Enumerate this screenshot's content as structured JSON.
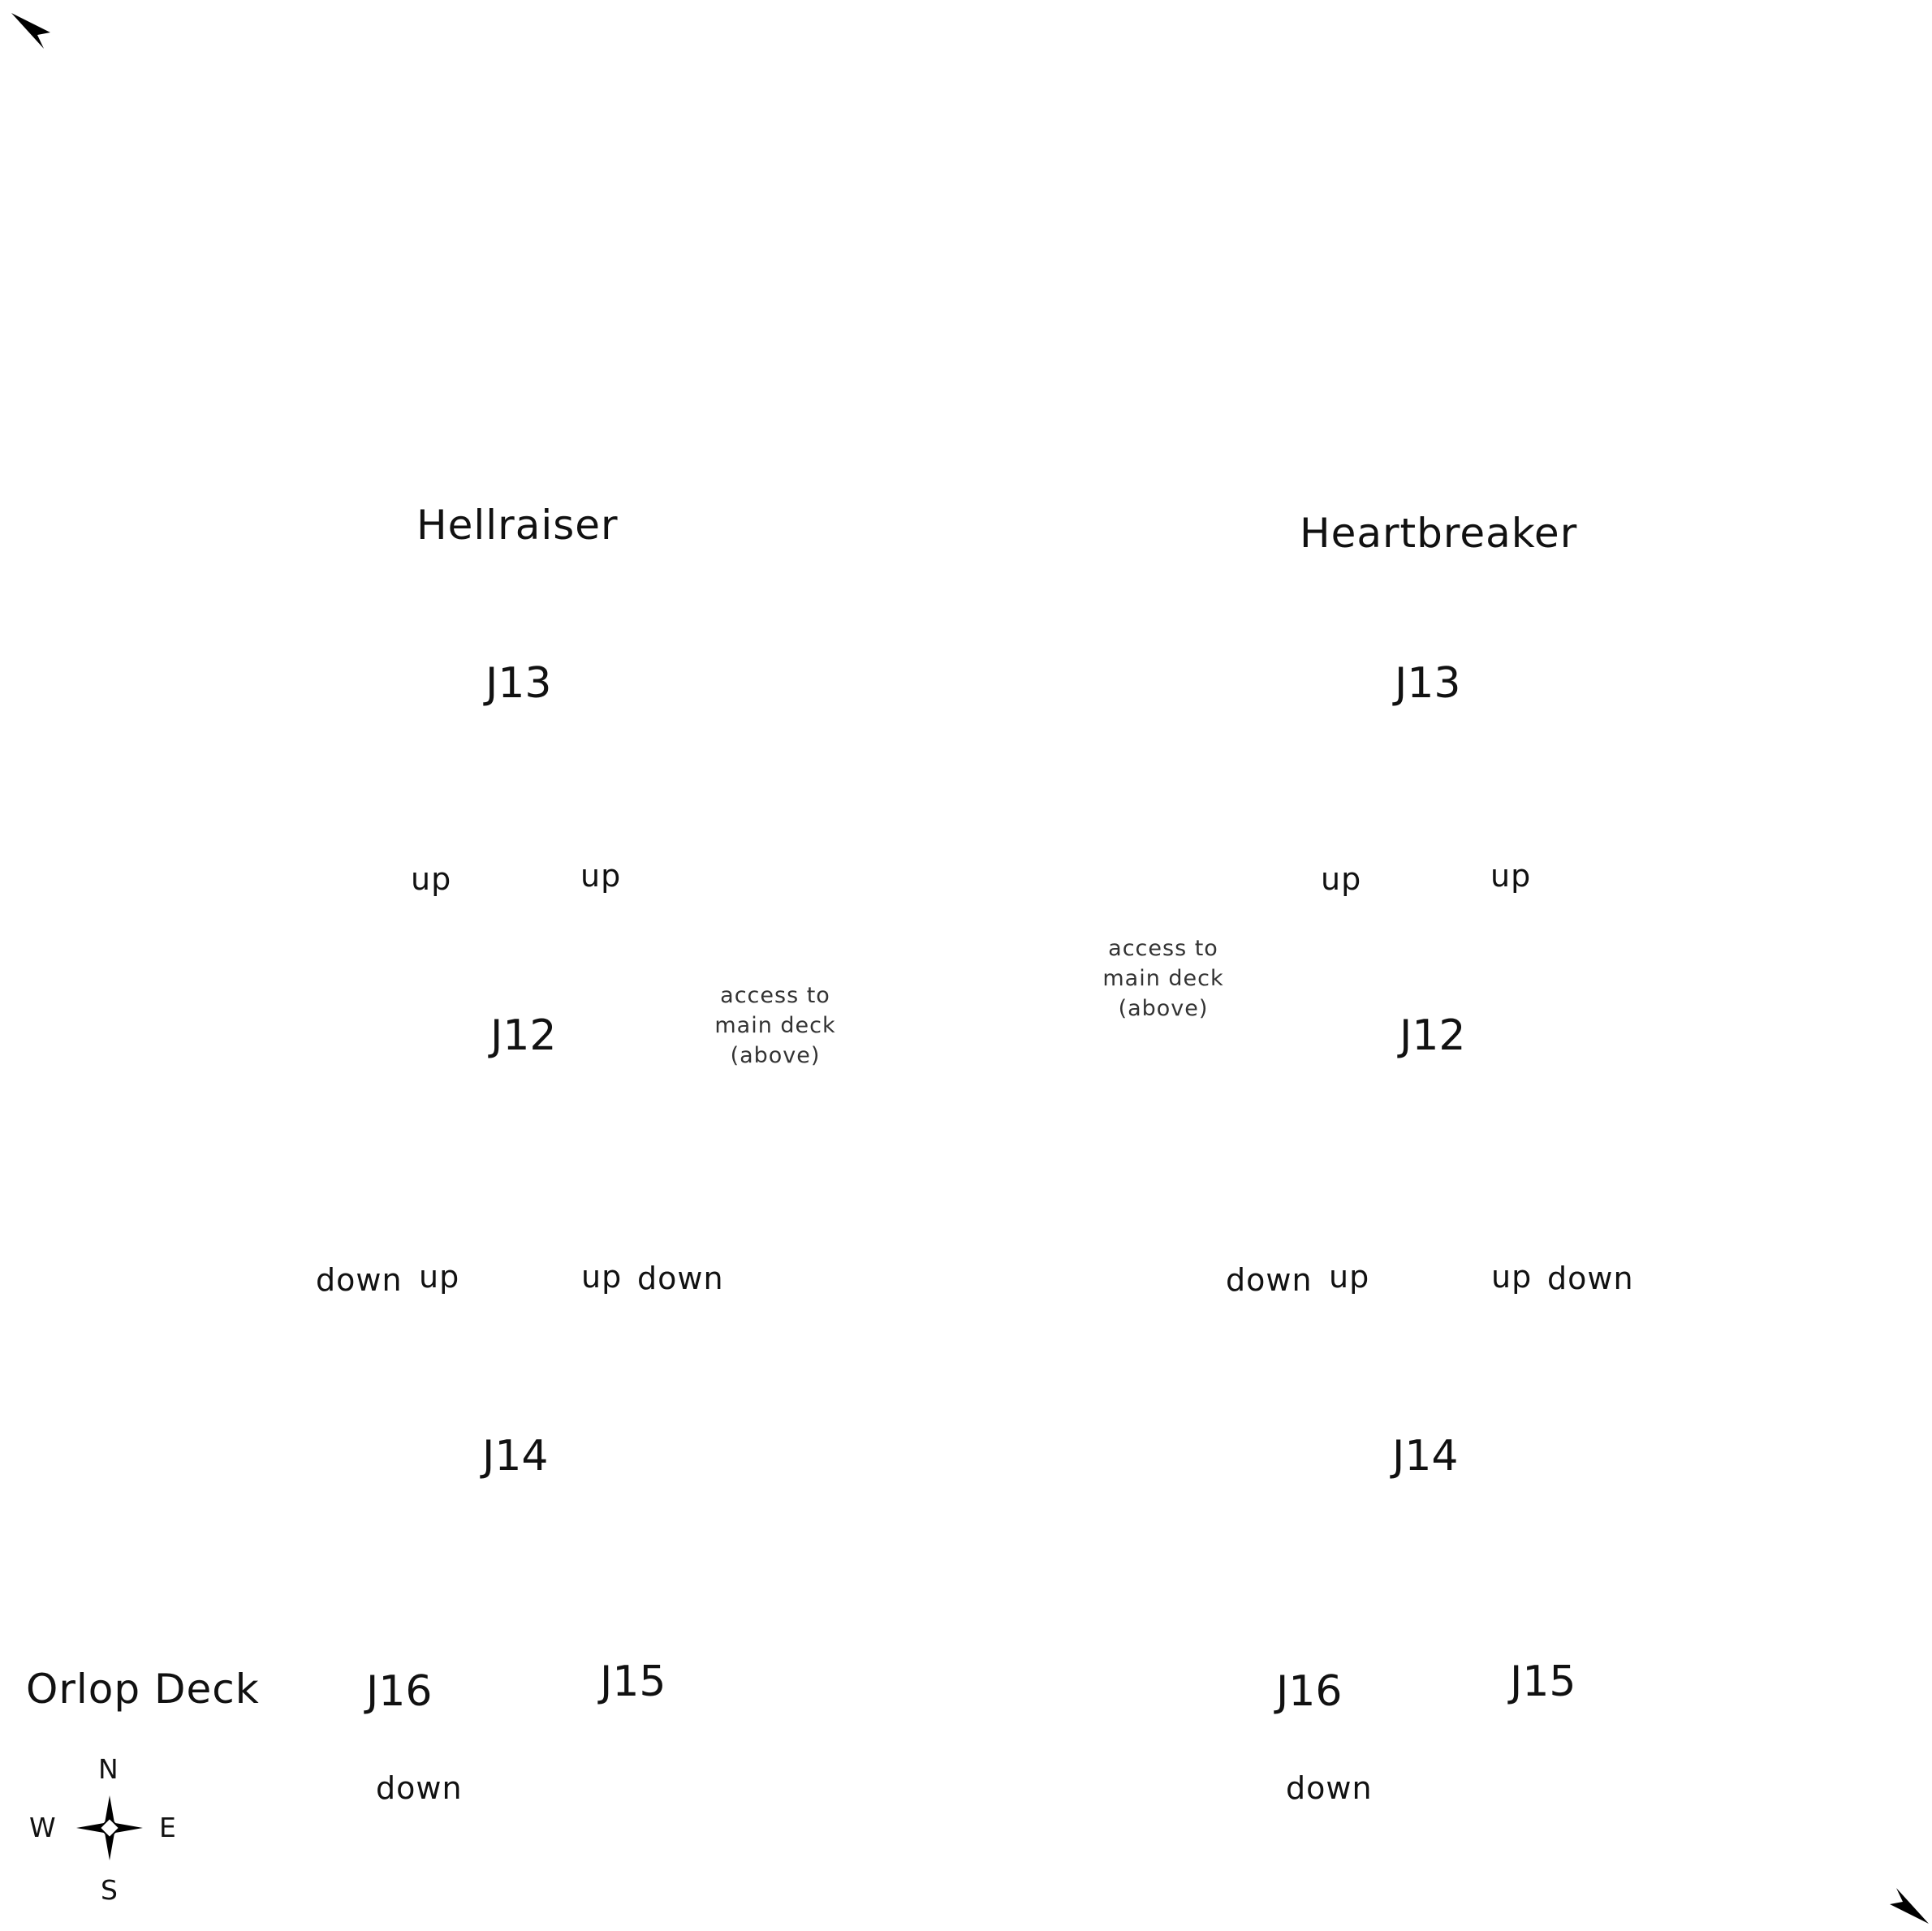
{
  "deck_title": "Orlop Deck",
  "ships": [
    {
      "name": "Hellraiser",
      "rooms": {
        "j13": "J13",
        "j12": "J12",
        "j14": "J14",
        "j16": "J16",
        "j15": "J15"
      },
      "directions": {
        "up_a": "up",
        "up_b": "up",
        "down_c": "down",
        "up_c": "up",
        "up_d": "up",
        "down_d": "down",
        "down_j16": "down"
      },
      "access_note": [
        "access to",
        "main deck",
        "(above)"
      ]
    },
    {
      "name": "Heartbreaker",
      "rooms": {
        "j13": "J13",
        "j12": "J12",
        "j14": "J14",
        "j16": "J16",
        "j15": "J15"
      },
      "directions": {
        "up_a": "up",
        "up_b": "up",
        "down_c": "down",
        "up_c": "up",
        "up_d": "up",
        "down_d": "down",
        "down_j16": "down"
      },
      "access_note": [
        "access to",
        "main deck",
        "(above)"
      ]
    }
  ],
  "compass": {
    "n": "N",
    "s": "S",
    "e": "E",
    "w": "W"
  },
  "icons": [
    "corner-arrow-icon",
    "compass-rose-icon"
  ]
}
